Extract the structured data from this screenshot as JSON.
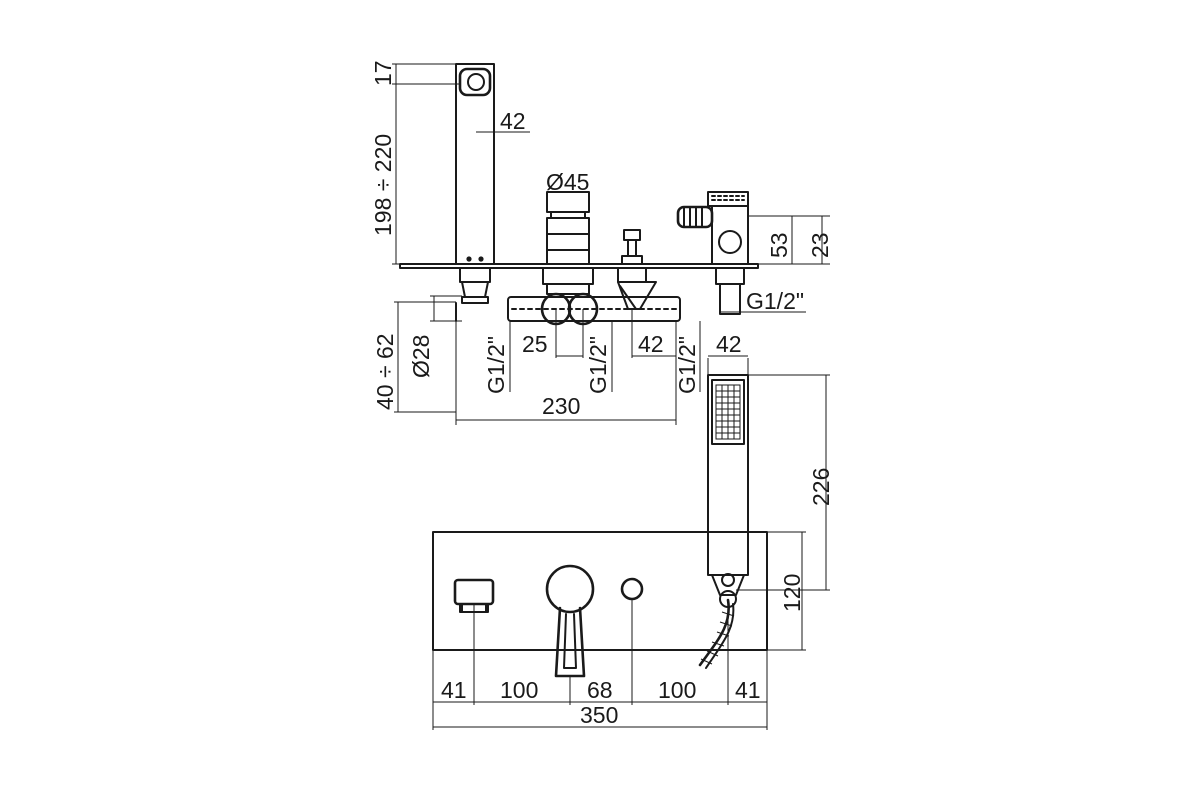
{
  "dimensions": {
    "spout_top": "17",
    "spout_height": "198 ÷ 220",
    "spout_width": "42",
    "mixer_diameter": "Ø45",
    "diverter_height": "53",
    "diverter_base": "23",
    "diverter_thread": "G1/2\"",
    "shank_length": "40 ÷ 62",
    "shank_diameter": "Ø28",
    "thread_left": "G1/2\"",
    "inlet_spacing": "25",
    "thread_middle": "G1/2\"",
    "offset_right": "42",
    "thread_right": "G1/2\"",
    "overall_width": "230",
    "hand_shower_width": "42",
    "hand_shower_length": "226",
    "plate_height": "120",
    "spacing_1": "41",
    "spacing_2": "100",
    "spacing_3": "68",
    "spacing_4": "100",
    "spacing_5": "41",
    "plate_width": "350"
  }
}
